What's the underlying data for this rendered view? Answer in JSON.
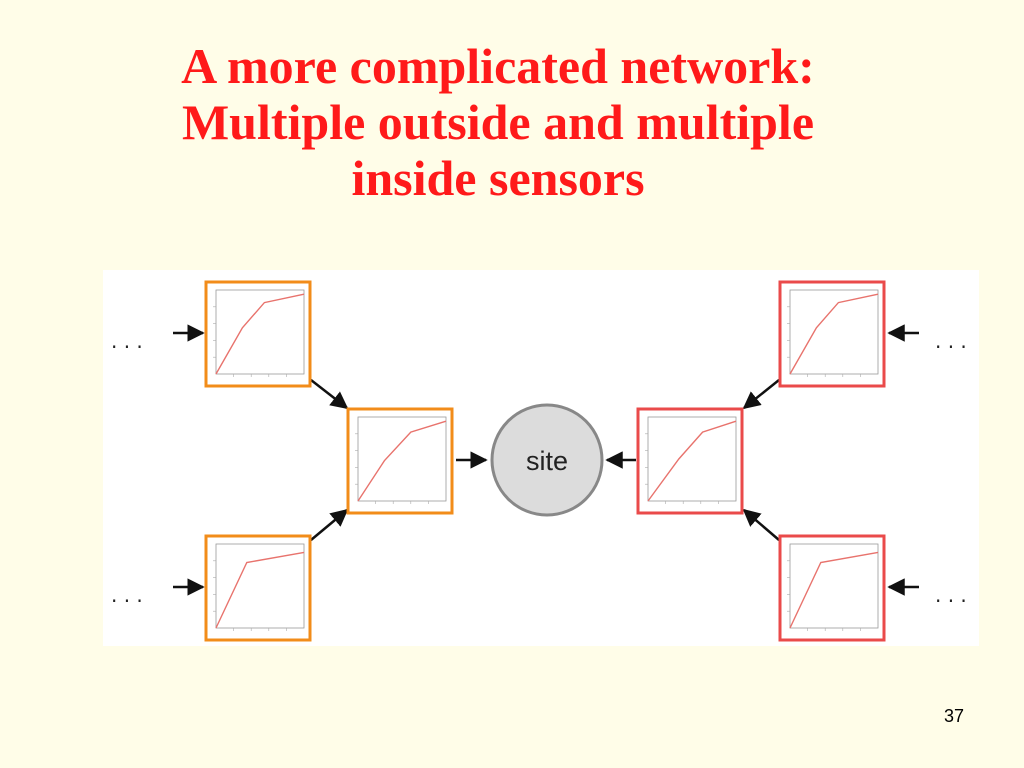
{
  "slide": {
    "title_lines": [
      "A more complicated network:",
      "Multiple outside and multiple",
      "inside sensors"
    ],
    "page_number": "37"
  },
  "diagram": {
    "site_label": "site",
    "ellipsis": ". . .",
    "colors": {
      "outside_border": "#f28c1a",
      "inside_border": "#ea4a4a",
      "site_fill": "#dcdcdc",
      "site_stroke": "#888888",
      "curve": "#e8736d",
      "arrow": "#111111"
    },
    "sensors": [
      {
        "id": "left-top",
        "group": "outside",
        "side": "left",
        "level": 2,
        "curve": [
          [
            0,
            0
          ],
          [
            0.3,
            0.55
          ],
          [
            0.55,
            0.85
          ],
          [
            1,
            0.95
          ]
        ]
      },
      {
        "id": "left-middle",
        "group": "outside",
        "side": "left",
        "level": 1,
        "curve": [
          [
            0,
            0
          ],
          [
            0.3,
            0.48
          ],
          [
            0.6,
            0.82
          ],
          [
            1,
            0.95
          ]
        ]
      },
      {
        "id": "left-bottom",
        "group": "outside",
        "side": "left",
        "level": 2,
        "curve": [
          [
            0,
            0
          ],
          [
            0.35,
            0.78
          ],
          [
            1,
            0.9
          ]
        ]
      },
      {
        "id": "right-top",
        "group": "inside",
        "side": "right",
        "level": 2,
        "curve": [
          [
            0,
            0
          ],
          [
            0.3,
            0.55
          ],
          [
            0.55,
            0.85
          ],
          [
            1,
            0.95
          ]
        ]
      },
      {
        "id": "right-middle",
        "group": "inside",
        "side": "right",
        "level": 1,
        "curve": [
          [
            0,
            0
          ],
          [
            0.35,
            0.5
          ],
          [
            0.62,
            0.82
          ],
          [
            1,
            0.95
          ]
        ]
      },
      {
        "id": "right-bottom",
        "group": "inside",
        "side": "right",
        "level": 2,
        "curve": [
          [
            0,
            0
          ],
          [
            0.35,
            0.78
          ],
          [
            1,
            0.9
          ]
        ]
      }
    ]
  }
}
